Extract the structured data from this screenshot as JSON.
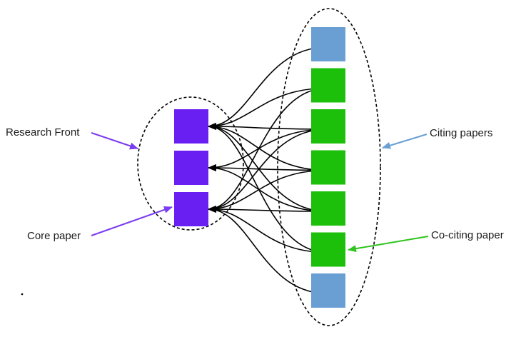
{
  "labels": {
    "research_front": "Research Front",
    "core_paper": "Core paper",
    "citing_papers": "Citing papers",
    "co_citing_paper": "Co-citing paper"
  },
  "colors": {
    "core_paper": "#6a1ff2",
    "co_citing_paper": "#1cbf0a",
    "citing_paper": "#6a9fd4",
    "label_arrow_purple": "#7a3cf0",
    "label_arrow_blue": "#6a9fd4",
    "label_arrow_green": "#2fc41e",
    "edge": "#000000",
    "group_outline": "#000000"
  },
  "core_papers": [
    "core-1",
    "core-2",
    "core-3"
  ],
  "citing_papers": [
    "citing-1",
    "cociting-1",
    "cociting-2",
    "cociting-3",
    "cociting-4",
    "cociting-5",
    "citing-2"
  ],
  "citations": [
    {
      "from": 0,
      "to": [
        0
      ]
    },
    {
      "from": 1,
      "to": [
        0,
        2
      ]
    },
    {
      "from": 2,
      "to": [
        0,
        1,
        2
      ]
    },
    {
      "from": 3,
      "to": [
        0,
        1,
        2
      ]
    },
    {
      "from": 4,
      "to": [
        0,
        1,
        2
      ]
    },
    {
      "from": 5,
      "to": [
        0,
        2
      ]
    },
    {
      "from": 6,
      "to": [
        2
      ]
    }
  ]
}
